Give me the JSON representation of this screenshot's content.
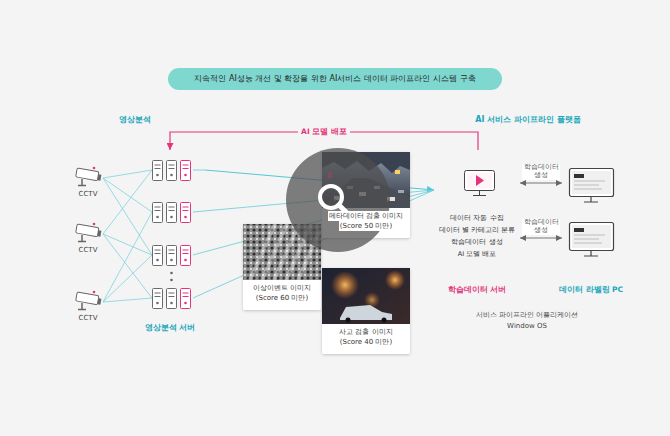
{
  "diagram": {
    "title": "지속적인 AI성능 개선 및 확장을 위한 AI서비스 데이터 파이프라인 시스템 구축",
    "nodes": [
      {
        "text": [
          "영상분석"
        ]
      },
      {
        "text": [
          "영상분석 서버"
        ],
        "in": 0
      },
      {
        "text": [
          "메타데이터 검출 이미지",
          "(Score 50 미만)"
        ]
      },
      {
        "text": [
          "이상이벤트 이미지",
          "(Score 60 미만)"
        ]
      },
      {
        "text": [
          "사고 검출 이미지",
          "(Score 40 미만)"
        ]
      },
      {
        "text": [
          "AI 서비스 파이프라인 플랫폼"
        ]
      },
      {
        "text": [
          "데이터 자동 수집",
          "데이터 별 카테고리 분류",
          "학습데이터 생성",
          "AI 모델 배포",
          "학습데이터 서버"
        ],
        "in": 5
      },
      {
        "text": [
          "데이터 라벨링 PC"
        ],
        "in": 5
      },
      {
        "text": [
          "서비스 파이프라인 어플리케이션",
          "Window OS"
        ],
        "in": 5
      }
    ],
    "edges": [
      {
        "from": 1,
        "to": 6,
        "arrow": "to"
      },
      {
        "from": 6,
        "to": 1,
        "label": "AI 모델 배포",
        "arrow": "to"
      },
      {
        "from": 6,
        "to": 7,
        "label": "학습데이터 생성",
        "arrow": "both"
      },
      {
        "from": 6,
        "to": 7,
        "label": "학습데이터 생성",
        "arrow": "both"
      }
    ],
    "labels": [
      "CCTV",
      "CCTV",
      "CCTV"
    ]
  }
}
